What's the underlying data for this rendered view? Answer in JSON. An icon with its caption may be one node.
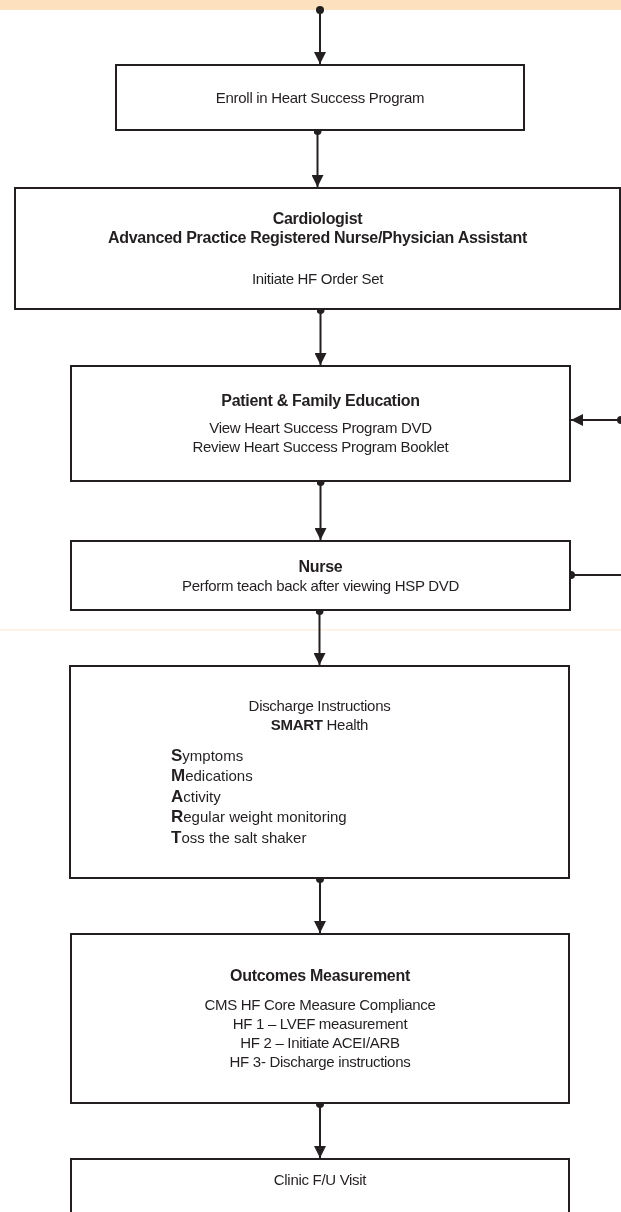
{
  "diagram": {
    "nodes": [
      {
        "text": [
          "Enroll in Heart Success Program"
        ]
      },
      {
        "text": [
          "Cardiologist",
          "Advanced Practice Registered Nurse/Physician Assistant",
          "Initiate HF Order Set"
        ]
      },
      {
        "text": [
          "Patient & Family Education",
          "View Heart Success Program DVD",
          "Review Heart Success Program Booklet"
        ]
      },
      {
        "text": [
          "Nurse",
          "Perform teach back after viewing HSP DVD"
        ]
      },
      {
        "text": [
          "Discharge Instructions",
          "**SMART** Health",
          "**S**ymptoms",
          "**M**edications",
          "**A**ctivity",
          "**R**egular weight monitoring",
          "**T**oss the salt shaker"
        ]
      },
      {
        "text": [
          "Outcomes Measurement",
          "CMS HF Core Measure Compliance",
          "HF 1 – LVEF measurement",
          "HF 2 – Initiate ACEI/ARB",
          "HF 3- Discharge instructions"
        ]
      },
      {
        "text": [
          "Clinic F/U Visit"
        ]
      }
    ],
    "edges": [
      {
        "from": null,
        "to": 0,
        "arrow": "to"
      },
      {
        "from": 0,
        "to": 1,
        "arrow": "to"
      },
      {
        "from": 1,
        "to": 2,
        "arrow": "to"
      },
      {
        "from": 2,
        "to": 3,
        "arrow": "to"
      },
      {
        "from": 3,
        "to": 4,
        "arrow": "to"
      },
      {
        "from": 4,
        "to": 5,
        "arrow": "to"
      },
      {
        "from": 5,
        "to": 6,
        "arrow": "to"
      },
      {
        "from": 3,
        "to": null,
        "arrow": "other"
      },
      {
        "from": null,
        "to": 2,
        "arrow": "to"
      }
    ]
  }
}
